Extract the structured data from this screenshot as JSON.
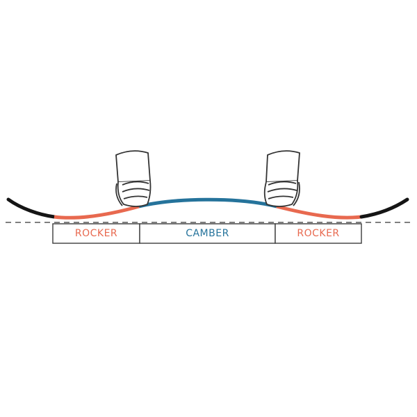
{
  "colors": {
    "rocker": "#e8694f",
    "camber": "#25739b",
    "tip": "#151515",
    "outline": "#3b3b3b",
    "baseline": "#555555"
  },
  "labels": {
    "left_rocker": "ROCKER",
    "camber": "CAMBER",
    "right_rocker": "ROCKER"
  }
}
